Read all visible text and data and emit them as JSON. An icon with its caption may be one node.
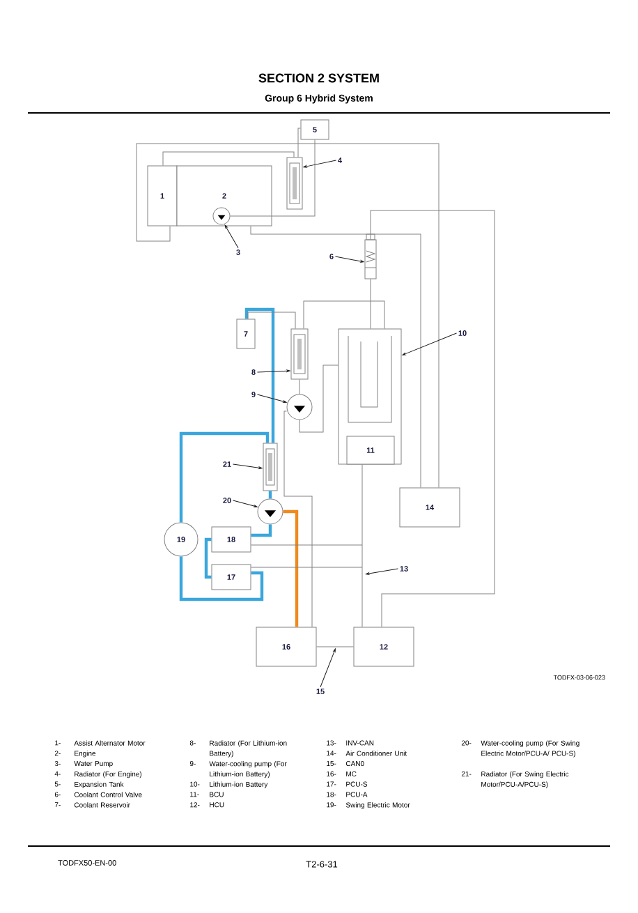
{
  "diagram": {
    "title": "SECTION 2 SYSTEM",
    "nodes": [
      {
        "text": [
          "1"
        ]
      },
      {
        "text": [
          "2"
        ]
      },
      {
        "text": [
          "5"
        ]
      },
      {
        "text": [
          "4"
        ]
      },
      {
        "text": [],
        "shape": "radiator"
      },
      {
        "text": [],
        "shape": "circle",
        "in": 1
      },
      {
        "text": [
          "3"
        ]
      },
      {
        "text": [
          "6"
        ]
      },
      {
        "text": [],
        "shape": "valve"
      },
      {
        "text": [
          "7"
        ]
      },
      {
        "text": [
          "10"
        ]
      },
      {
        "text": [],
        "shape": "box"
      },
      {
        "text": [],
        "shape": "radiator"
      },
      {
        "text": [
          "8"
        ]
      },
      {
        "text": [
          "9"
        ]
      },
      {
        "text": [],
        "shape": "circle"
      },
      {
        "text": [
          "11"
        ],
        "in": 11
      },
      {
        "text": [
          "21"
        ]
      },
      {
        "text": [],
        "shape": "radiator"
      },
      {
        "text": [
          "14"
        ]
      },
      {
        "text": [
          "20"
        ]
      },
      {
        "text": [],
        "shape": "circle"
      },
      {
        "text": [
          "19"
        ]
      },
      {
        "text": [
          "18"
        ]
      },
      {
        "text": [
          "17"
        ]
      },
      {
        "text": [
          "13"
        ]
      },
      {
        "text": [
          "16"
        ]
      },
      {
        "text": [
          "12"
        ]
      },
      {
        "text": [
          "15"
        ]
      }
    ],
    "edges": [
      {
        "from": 0,
        "to": 4,
        "arrow": "none"
      },
      {
        "from": 4,
        "to": 2,
        "arrow": "none"
      },
      {
        "from": 2,
        "to": 5,
        "arrow": "none"
      },
      {
        "from": 0,
        "to": 19,
        "arrow": "none"
      },
      {
        "from": 1,
        "to": 19,
        "arrow": "none"
      },
      {
        "from": 27,
        "to": 8,
        "arrow": "none"
      },
      {
        "from": 8,
        "to": 11,
        "arrow": "none"
      },
      {
        "from": 12,
        "to": 11,
        "arrow": "none"
      },
      {
        "from": 15,
        "to": 11,
        "arrow": "none"
      },
      {
        "from": 12,
        "to": 15,
        "arrow": "none"
      },
      {
        "from": 9,
        "to": 18,
        "arrow": "none",
        "style": "thick",
        "color": "#3aa6dc"
      },
      {
        "from": 9,
        "to": 12,
        "arrow": "none"
      },
      {
        "from": 18,
        "to": 21,
        "arrow": "none",
        "style": "thick",
        "color": "#3aa6dc"
      },
      {
        "from": 21,
        "to": 23,
        "arrow": "none",
        "style": "thick",
        "color": "#3aa6dc"
      },
      {
        "from": 23,
        "to": 24,
        "arrow": "none",
        "style": "thick",
        "color": "#3aa6dc"
      },
      {
        "from": 24,
        "to": 22,
        "arrow": "none",
        "style": "thick",
        "color": "#3aa6dc"
      },
      {
        "from": 22,
        "to": 18,
        "arrow": "none",
        "style": "thick",
        "color": "#3aa6dc"
      },
      {
        "from": 21,
        "to": 26,
        "arrow": "none",
        "style": "thick",
        "color": "#ef8a1f"
      },
      {
        "from": 15,
        "to": 26,
        "arrow": "none"
      },
      {
        "from": 16,
        "to": 27,
        "arrow": "none"
      },
      {
        "from": 23,
        "to": null,
        "arrow": "none"
      },
      {
        "from": 24,
        "to": null,
        "arrow": "none"
      },
      {
        "from": 26,
        "to": 27,
        "arrow": "none"
      },
      {
        "from": 6,
        "to": 5,
        "arrow": "to",
        "color": "#1a1a1a"
      },
      {
        "from": 3,
        "to": 4,
        "arrow": "to",
        "color": "#1a1a1a"
      },
      {
        "from": 7,
        "to": 8,
        "arrow": "to",
        "color": "#1a1a1a"
      },
      {
        "from": 13,
        "to": 12,
        "arrow": "to",
        "color": "#1a1a1a"
      },
      {
        "from": 14,
        "to": 15,
        "arrow": "to",
        "color": "#1a1a1a"
      },
      {
        "from": 10,
        "to": 11,
        "arrow": "to",
        "color": "#1a1a1a"
      },
      {
        "from": 17,
        "to": 18,
        "arrow": "to",
        "color": "#1a1a1a"
      },
      {
        "from": 20,
        "to": 21,
        "arrow": "to",
        "color": "#1a1a1a"
      },
      {
        "from": 25,
        "to": null,
        "arrow": "to",
        "color": "#1a1a1a"
      },
      {
        "from": 28,
        "to": null,
        "arrow": "to",
        "color": "#1a1a1a"
      }
    ],
    "labels": [
      "Group 6 Hybrid System",
      "TODFX-03-06-023",
      "1-",
      "Assist Alternator Motor",
      "2-",
      "Engine",
      "3-",
      "Water Pump",
      "4-",
      "Radiator (For Engine)",
      "5-",
      "Expansion Tank",
      "6-",
      "Coolant Control Valve",
      "7-",
      "Coolant Reservoir",
      "8-",
      "Radiator (For Lithium-ion Battery)",
      "9-",
      "Water-cooling pump (For Lithium-ion Battery)",
      "10-",
      "Lithium-ion Battery",
      "11-",
      "BCU",
      "12-",
      "HCU",
      "13-",
      "INV-CAN",
      "14-",
      "Air Conditioner Unit",
      "15-",
      "CAN0",
      "16-",
      "MC",
      "17-",
      "PCU-S",
      "18-",
      "PCU-A",
      "19-",
      "Swing Electric Motor",
      "20-",
      "Water-cooling pump (For Swing Electric Motor/PCU-A/ PCU-S)",
      "21-",
      "Radiator (For Swing Electric Motor/PCU-A/PCU-S)",
      "TODFX50-EN-00",
      "T2-6-31"
    ]
  }
}
